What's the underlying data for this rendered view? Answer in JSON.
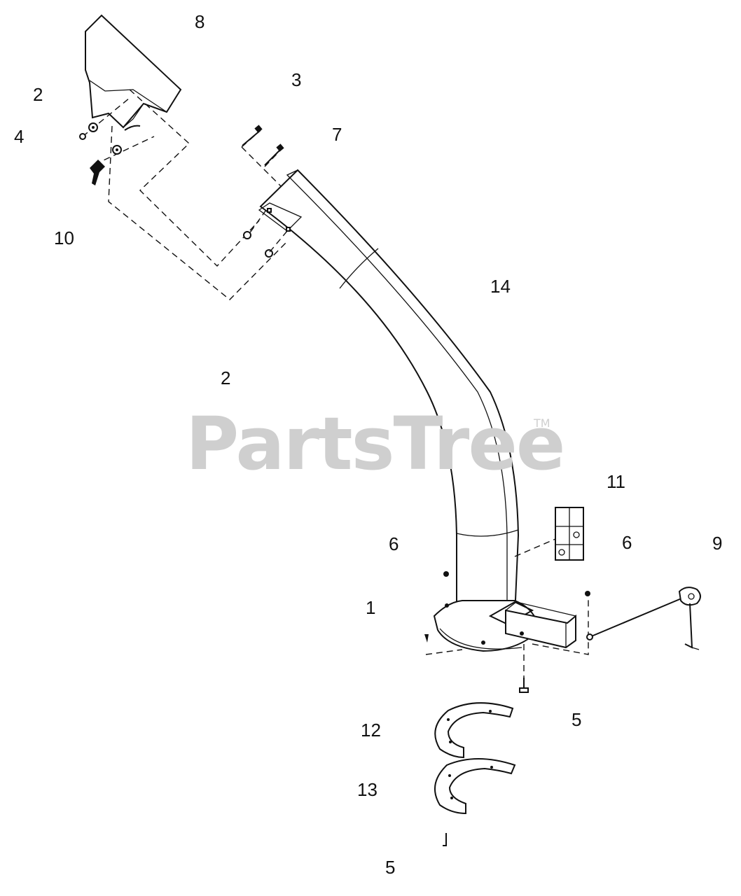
{
  "watermark": {
    "brand": "PartsTree",
    "trademark": "TM"
  },
  "callouts": [
    {
      "id": "8",
      "text": "8"
    },
    {
      "id": "3",
      "text": "3"
    },
    {
      "id": "2a",
      "text": "2"
    },
    {
      "id": "7",
      "text": "7"
    },
    {
      "id": "4",
      "text": "4"
    },
    {
      "id": "10",
      "text": "10"
    },
    {
      "id": "14",
      "text": "14"
    },
    {
      "id": "2b",
      "text": "2"
    },
    {
      "id": "11",
      "text": "11"
    },
    {
      "id": "6a",
      "text": "6"
    },
    {
      "id": "6b",
      "text": "6"
    },
    {
      "id": "9",
      "text": "9"
    },
    {
      "id": "1",
      "text": "1"
    },
    {
      "id": "5a",
      "text": "5"
    },
    {
      "id": "12",
      "text": "12"
    },
    {
      "id": "13",
      "text": "13"
    },
    {
      "id": "5b",
      "text": "5"
    }
  ]
}
